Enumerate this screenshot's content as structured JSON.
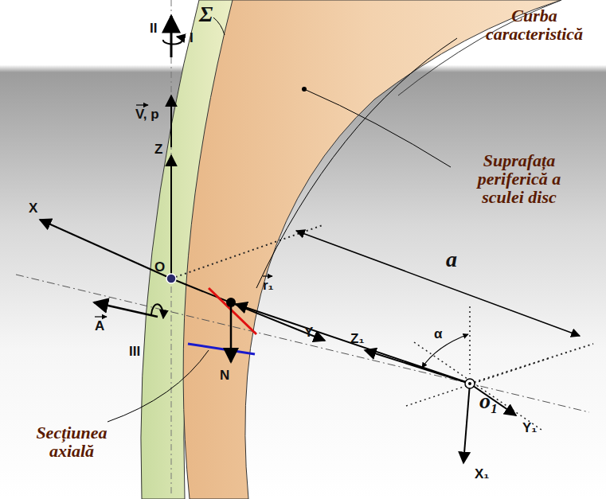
{
  "diagram": {
    "labels": [
      "Σ",
      "Curba caracteristică",
      "Suprafața periferică a sculei disc",
      "Secțiunea axială",
      "II",
      "I",
      "V, p",
      "Z",
      "O",
      "X",
      "A",
      "III",
      "Y",
      "r₁",
      "N",
      "a",
      "α",
      "Z₁",
      "Y₁",
      "X₁",
      "o₁"
    ]
  }
}
